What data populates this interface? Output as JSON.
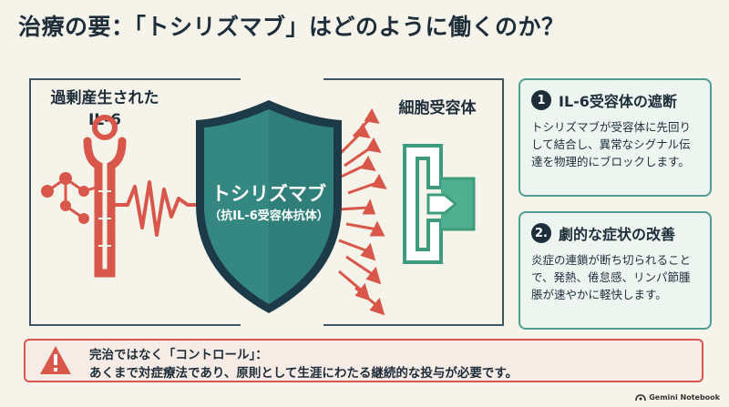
{
  "title": "治療の要：「トシリズマブ」はどのように働くのか？",
  "left_panel": {
    "label_line1": "過剰産生された",
    "label_line2": "IL-6"
  },
  "right_panel": {
    "label": "細胞受容体"
  },
  "shield": {
    "name": "トシリズマブ",
    "subtitle": "（抗IL-6受容体抗体）"
  },
  "cards": [
    {
      "number": "1",
      "title": "IL-6受容体の遮断",
      "body": "トシリズマブが受容体に先回りして結合し、異常なシグナル伝達を物理的にブロックします。"
    },
    {
      "number": "2.",
      "title": "劇的な症状の改善",
      "body": "炎症の連鎖が断ち切られることで、発熱、倦怠感、リンパ節腫脹が速やかに軽快します。"
    }
  ],
  "warning": {
    "line1": "完治ではなく「コントロール」：",
    "line2": "あくまで対症療法であり、原則として生涯にわたる継続的な投与が必要です。"
  },
  "branding": "Gemini Notebook",
  "colors": {
    "background": "#f6f3ea",
    "shield": "#2f7e7a",
    "shield_border": "#1d3a48",
    "accent_red": "#d8574a",
    "receptor_green": "#3f9b7d",
    "card_border": "#4f9e93"
  },
  "icons": [
    "il6-molecule-icon",
    "shield-icon",
    "receptor-icon",
    "warning-icon",
    "red-arrows-icon",
    "notebook-logo-icon"
  ]
}
